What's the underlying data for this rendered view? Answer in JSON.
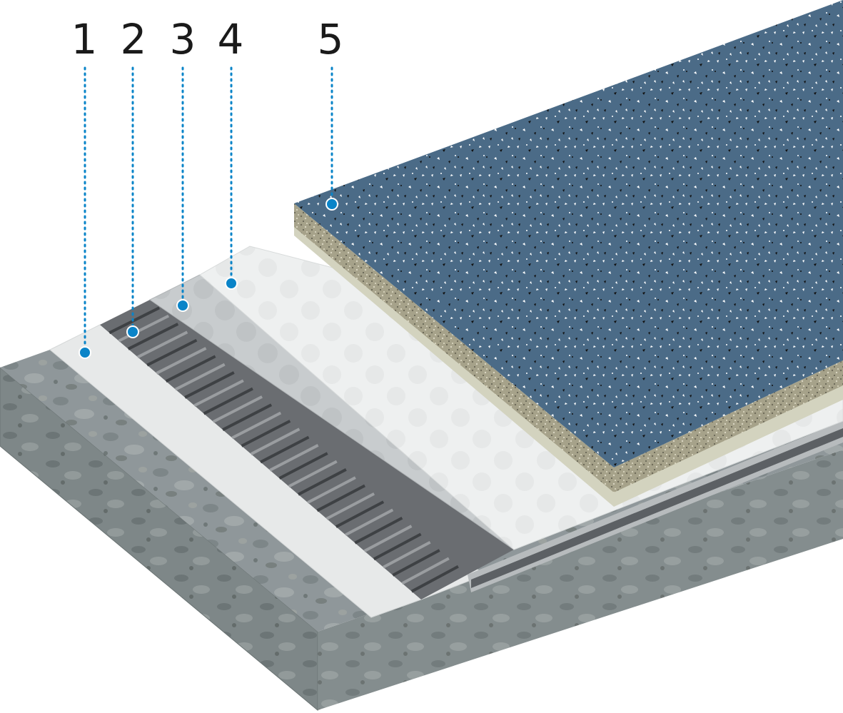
{
  "callouts": [
    {
      "id": "1",
      "label": "1"
    },
    {
      "id": "2",
      "label": "2"
    },
    {
      "id": "3",
      "label": "3"
    },
    {
      "id": "4",
      "label": "4"
    },
    {
      "id": "5",
      "label": "5"
    }
  ],
  "colors": {
    "leader": "#0a84c8",
    "concrete": "#8e9698",
    "primer": "#e6e8e8",
    "grooved": "#6b6e72",
    "membrane": "#c9cdd0",
    "underlay": "#eef0f0",
    "topCoat": "#4a6a86",
    "granular": "#a9a48c",
    "cream": "#d2d2be"
  }
}
